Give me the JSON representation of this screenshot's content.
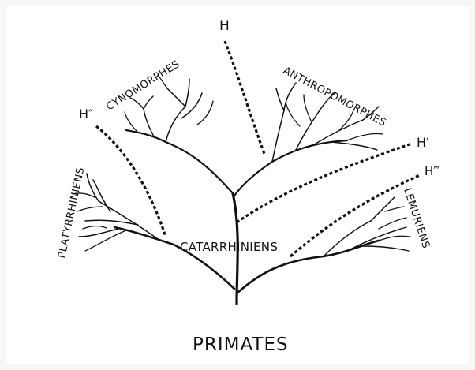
{
  "diagram": {
    "root_label": "PRIMATES",
    "node_label": "CATARRHINIENS",
    "groups": {
      "platyrrhiniens": "PLATYRRHINIENS",
      "cynomorphes": "CYNOMORPHES",
      "anthropomorphes": "ANTHROPOMORPHES",
      "lemuriens": "LEMURIENS"
    },
    "hypotheses": {
      "h": "H",
      "h_prime": "H′",
      "h_double_prime": "H″",
      "h_triple_prime": "H‴"
    }
  },
  "colors": {
    "ink": "#111111",
    "paper": "#ffffff",
    "border": "#f7f7f7"
  }
}
